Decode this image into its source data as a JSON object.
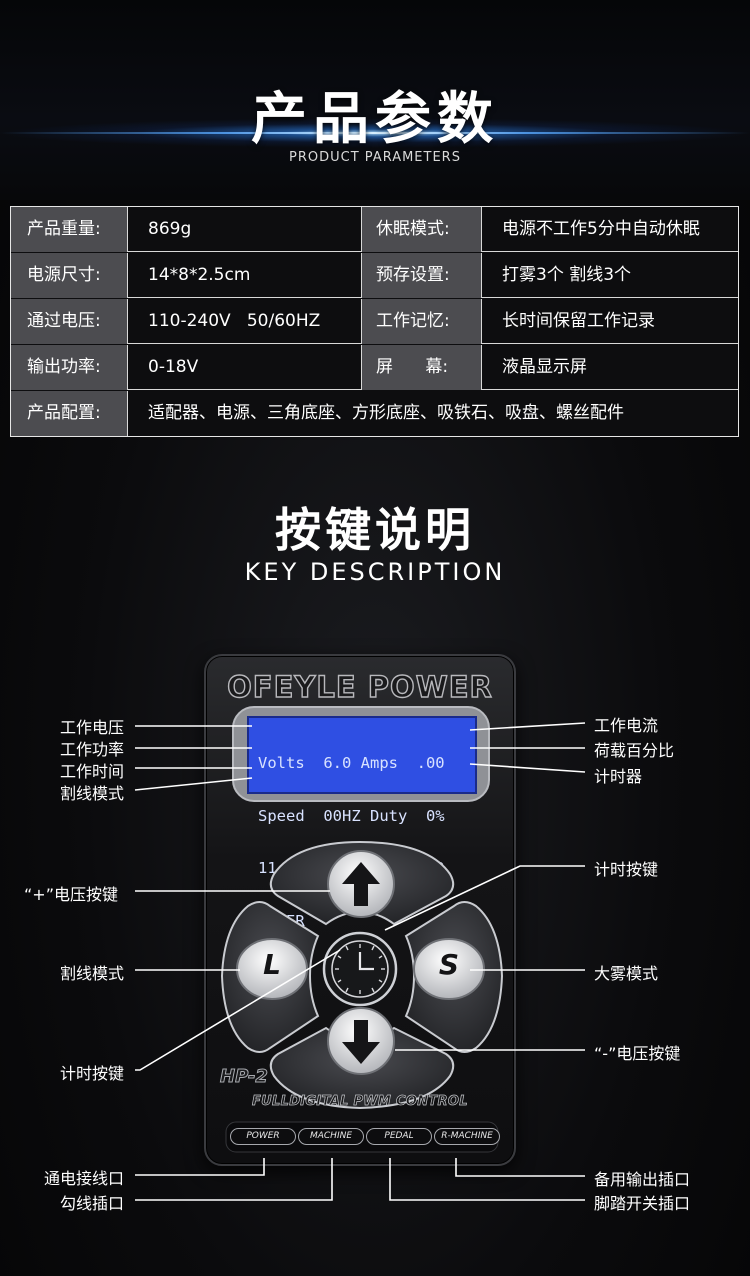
{
  "header": {
    "title": "产品参数",
    "subtitle": "PRODUCT PARAMETERS"
  },
  "params": {
    "rows": [
      {
        "label1": "产品重量:",
        "value1": "869g",
        "label2": "休眠模式:",
        "value2": "电源不工作5分中自动休眠"
      },
      {
        "label1": "电源尺寸:",
        "value1": "14*8*2.5cm",
        "label2": "预存设置:",
        "value2": "打雾3个 割线3个"
      },
      {
        "label1": "通过电压:",
        "value1": "110-240V   50/60HZ",
        "label2": "工作记忆:",
        "value2": "长时间保留工作记录"
      },
      {
        "label1": "输出功率:",
        "value1": "0-18V",
        "label2": "屏      幕:",
        "value2": "液晶显示屏"
      }
    ],
    "config": {
      "label": "产品配置:",
      "value": "适配器、电源、三角底座、方形底座、吸铁石、吸盘、螺丝配件"
    }
  },
  "keys_section": {
    "title": "按键说明",
    "subtitle": "KEY DESCRIPTION"
  },
  "device": {
    "brand": "OFEYLE POWER",
    "lcd_lines": [
      "Volts  6.0 Amps  .00",
      "Speed  00HZ Duty  0%",
      "11:09AM   SW 0:00:00",
      "LINER"
    ],
    "key_left": "L",
    "key_right": "S",
    "model": "HP-2",
    "control_text": "FULLDIGITAL PWM CONTROL",
    "ports": [
      "POWER",
      "MACHINE",
      "PEDAL",
      "R-MACHINE"
    ]
  },
  "callouts": {
    "left": [
      "工作电压",
      "工作功率",
      "工作时间",
      "割线模式",
      "“+”电压按键",
      "割线模式",
      "计时按键",
      "通电接线口",
      "勾线插口"
    ],
    "right": [
      "工作电流",
      "荷载百分比",
      "计时器",
      "计时按键",
      "大雾模式",
      "“-”电压按键",
      "备用输出插口",
      "脚踏开关插口"
    ]
  },
  "colors": {
    "background": "#0b0b0d",
    "label_cell": "#4c4c50",
    "lcd_blue": "#2f4fe3",
    "glow_blue": "#5aaaff"
  }
}
